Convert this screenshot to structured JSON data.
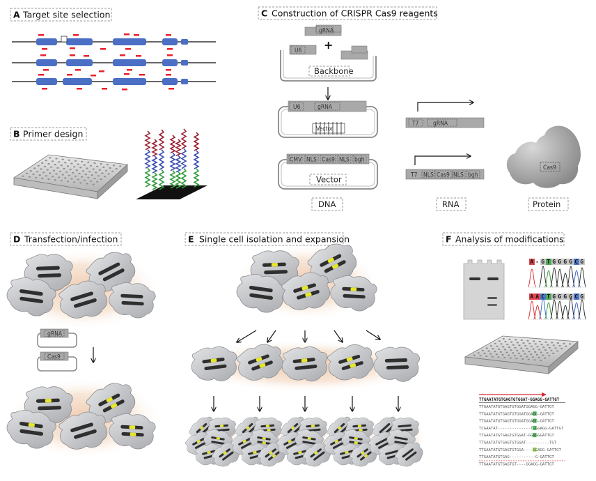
{
  "panels": {
    "a": {
      "letter": "A",
      "title": "Target site selection"
    },
    "b": {
      "letter": "B",
      "title": "Primer design"
    },
    "c": {
      "letter": "C",
      "title": "Construction of CRISPR Cas9 reagents"
    },
    "d": {
      "letter": "D",
      "title": "Transfection/infection"
    },
    "e": {
      "letter": "E",
      "title": "Single cell isolation and expansion"
    },
    "f": {
      "letter": "F",
      "title": "Analysis of modifications"
    }
  },
  "construction": {
    "grna_fragment": "gRNA",
    "plus": "+",
    "u6_fragment": "U6",
    "backbone": "Backbone",
    "plasmid1_u6": "U6",
    "plasmid1_grna": "gRNA",
    "plasmid1_vector": "Vector",
    "plasmid2_cmv": "CMV",
    "plasmid2_nls1": "NLS",
    "plasmid2_cas9": "Cas9",
    "plasmid2_nls2": "NLS",
    "plasmid2_bgh": "bgh",
    "plasmid2_vector": "Vector",
    "rna1_t7": "T7",
    "rna1_grna": "gRNA",
    "rna2_t7": "T7",
    "rna2_nls1": "NLS",
    "rna2_cas9": "Cas9",
    "rna2_nls2": "NLS",
    "rna2_bgh": "bgh",
    "protein_cas9": "Cas9",
    "col_dna": "DNA",
    "col_rna": "RNA",
    "col_protein": "Protein"
  },
  "transfection": {
    "grna": "gRNA",
    "cas9": "Cas9"
  },
  "chromatogram": {
    "top_bases": [
      "A",
      "-",
      "G",
      "T",
      "G",
      "G",
      "G",
      "G",
      "C",
      "G"
    ],
    "bottom_bases": [
      "A",
      "A",
      "C",
      "T",
      "G",
      "G",
      "G",
      "G",
      "C",
      "G"
    ]
  },
  "alignment": {
    "reference": "TTGAATATGTGAGTGTGGAT-GGAGG-GATTGT",
    "rows": [
      "TTGAATATGTGAGTGTGGATGGAGG-GATTGT",
      "TTGAATATGTGAGTGTGGATGGAGG-GATTGT",
      "TTGAATATGTGAGTGTGGATGGAGG-GATTGT",
      "TCGAATAT--------------T-GGAGG-GATTGT",
      "TTGAATATGTGAGTGTGGAT-GGAGGGATTGT",
      "TTGAATATGTGAGTGTGGAT----------TGT",
      "TTGAATATGTGAGTGTGGA----GGAGG-GATTGT",
      "TTGAATATGTGAG-----------G-GATTGT",
      "TTGAATATGTGAGTGT----GGAGG-GATTGT"
    ]
  },
  "colors": {
    "exon": "#4a6fc4",
    "guide_mark": "#e8202a",
    "gray_box": "#a9a9a9",
    "cell_body": "#cfd0d2",
    "halo": "#e9b894",
    "chromosome": "#2f2f2f",
    "chromosome_mark": "#e5e82a"
  }
}
